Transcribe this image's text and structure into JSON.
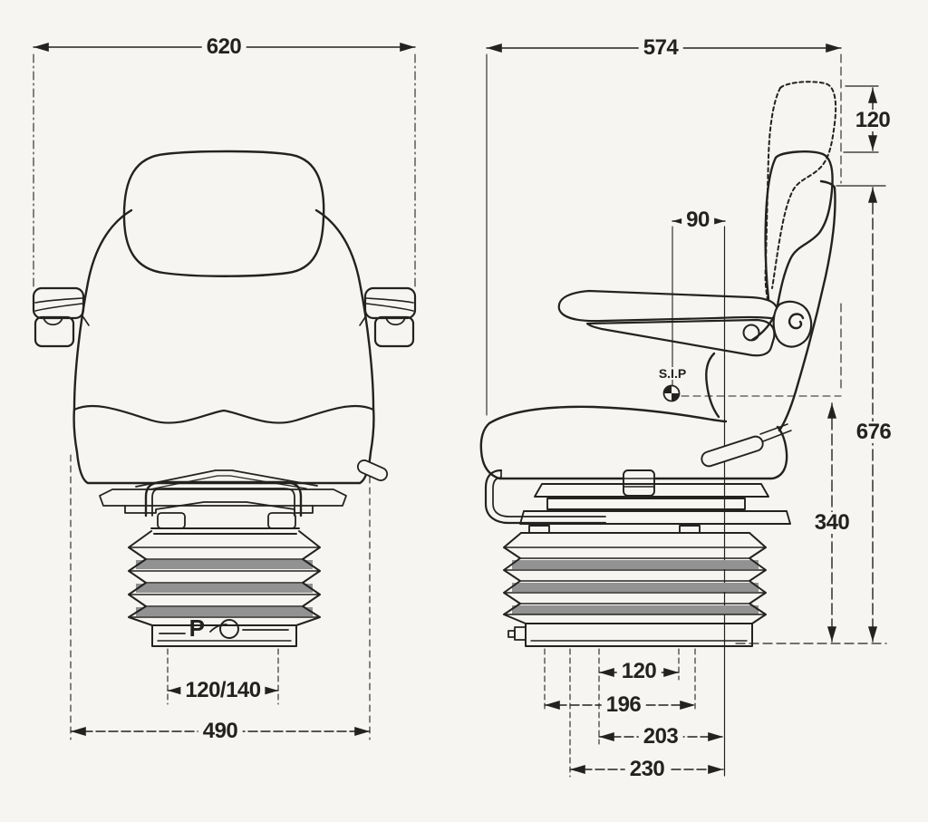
{
  "page": {
    "paper_color": "#f6f5f1",
    "ink_color": "#232220",
    "bellows_shade_color": "#929292"
  },
  "front_view": {
    "dim_overall_width": "620",
    "dim_cushion_width": "490",
    "dim_mount_spacing": "120/140",
    "base_marking": "P"
  },
  "side_view": {
    "dim_overall_depth": "574",
    "dim_headrest_range": "120",
    "dim_sip_setback": "90",
    "dim_overall_height": "676",
    "dim_sip_height": "340",
    "dim_slot_120": "120",
    "dim_slot_196": "196",
    "dim_slot_203": "203",
    "dim_slot_230": "230",
    "sip_label": "S.I.P"
  }
}
